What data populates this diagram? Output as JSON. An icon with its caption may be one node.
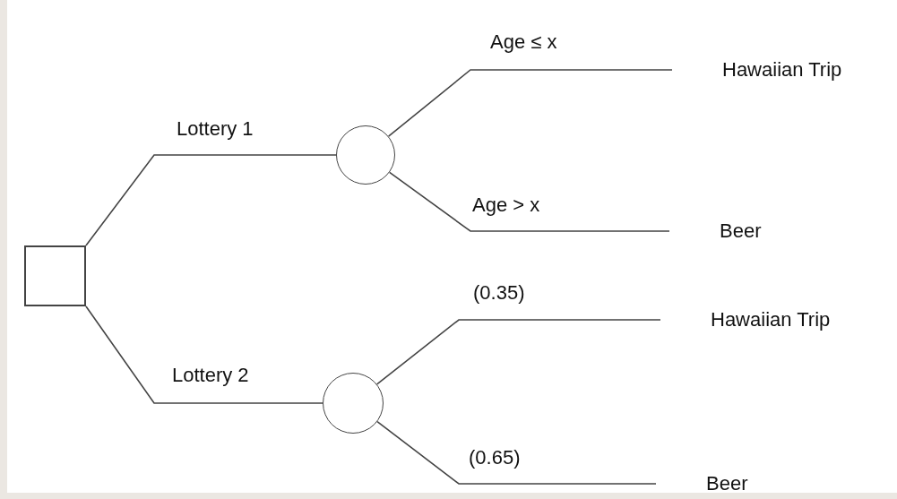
{
  "diagram": {
    "nodes": [
      {
        "text": [],
        "shape": "box"
      },
      {
        "text": [],
        "shape": "circle"
      },
      {
        "text": [],
        "shape": "circle"
      },
      {
        "text": [
          "Hawaiian Trip"
        ]
      },
      {
        "text": [
          "Beer"
        ]
      },
      {
        "text": [
          "Hawaiian Trip"
        ]
      },
      {
        "text": [
          "Beer"
        ]
      }
    ],
    "edges": [
      {
        "from": 0,
        "to": 1,
        "arrow": "none",
        "label": "Lottery 1"
      },
      {
        "from": 0,
        "to": 2,
        "arrow": "none",
        "label": "Lottery 2"
      },
      {
        "from": 1,
        "to": 3,
        "arrow": "none",
        "label": "Age ≤ x"
      },
      {
        "from": 1,
        "to": 4,
        "arrow": "none",
        "label": "Age > x"
      },
      {
        "from": 2,
        "to": 5,
        "arrow": "none",
        "label": "(0.35)"
      },
      {
        "from": 2,
        "to": 6,
        "arrow": "none",
        "label": "(0.65)"
      }
    ]
  }
}
